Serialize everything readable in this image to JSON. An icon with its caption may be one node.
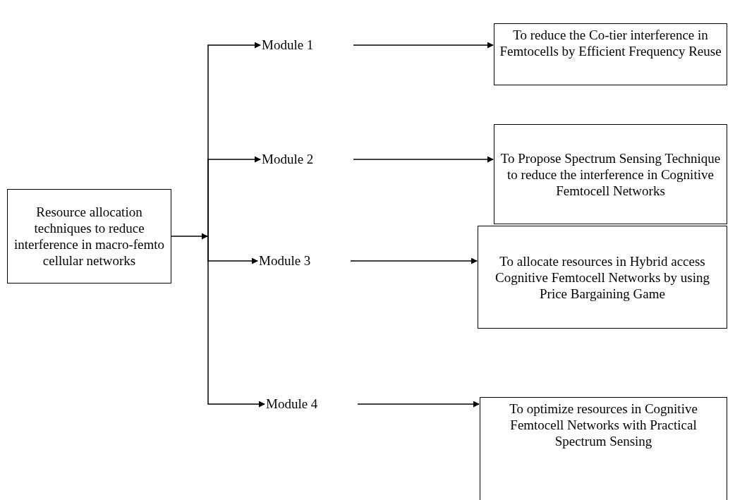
{
  "diagram": {
    "nodes": [
      {
        "text": [
          "Resource allocation techniques to reduce interference in macro-femto cellular networks"
        ]
      },
      {
        "text": [
          "Module 1"
        ]
      },
      {
        "text": [
          "To reduce the Co-tier interference in Femtocells by Efficient Frequency Reuse"
        ]
      },
      {
        "text": [
          "Module 2"
        ]
      },
      {
        "text": [
          "To Propose Spectrum Sensing Technique to reduce the interference in Cognitive Femtocell Networks"
        ]
      },
      {
        "text": [
          "Module 3"
        ]
      },
      {
        "text": [
          "To allocate resources in Hybrid access Cognitive Femtocell Networks by using Price Bargaining Game"
        ]
      },
      {
        "text": [
          "Module 4"
        ]
      },
      {
        "text": [
          "To optimize resources in Cognitive Femtocell Networks with Practical Spectrum Sensing"
        ]
      }
    ],
    "edges": [
      {
        "from": 0,
        "to": 1,
        "arrow": "to"
      },
      {
        "from": 0,
        "to": 3,
        "arrow": "to"
      },
      {
        "from": 0,
        "to": 5,
        "arrow": "to"
      },
      {
        "from": 0,
        "to": 7,
        "arrow": "to"
      },
      {
        "from": 1,
        "to": 2,
        "arrow": "to"
      },
      {
        "from": 3,
        "to": 4,
        "arrow": "to"
      },
      {
        "from": 5,
        "to": 6,
        "arrow": "to"
      },
      {
        "from": 7,
        "to": 8,
        "arrow": "to"
      }
    ]
  }
}
